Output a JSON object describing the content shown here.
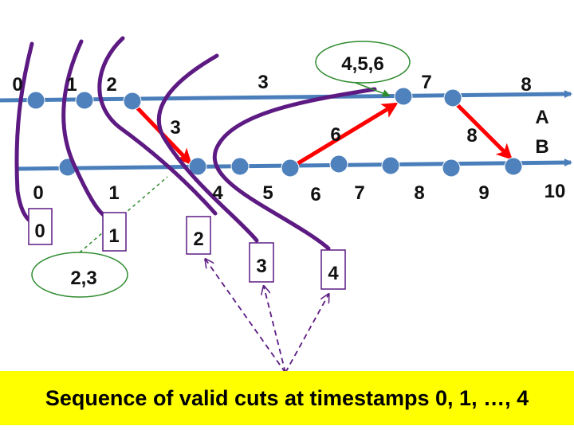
{
  "colors": {
    "timeline": "#4a7ebb",
    "event": "#4f81bd",
    "message": "#ff0000",
    "cut": "#5c1a82",
    "note_border": "#2e8b2e",
    "banner_bg": "#ffff00"
  },
  "process_a": {
    "name": "A",
    "labels": [
      "0",
      "1",
      "2",
      "3",
      "7",
      "8"
    ]
  },
  "process_b": {
    "name": "B",
    "labels": [
      "0",
      "1",
      "4",
      "5",
      "6",
      "7",
      "8",
      "9",
      "10"
    ]
  },
  "messages": [
    {
      "label": "3"
    },
    {
      "label": "6"
    },
    {
      "label": "8"
    }
  ],
  "callouts": {
    "top": "4,5,6",
    "bottom": "2,3"
  },
  "cut_labels": [
    "0",
    "1",
    "2",
    "3",
    "4"
  ],
  "caption": "Sequence of valid cuts at timestamps 0, 1, …, 4"
}
